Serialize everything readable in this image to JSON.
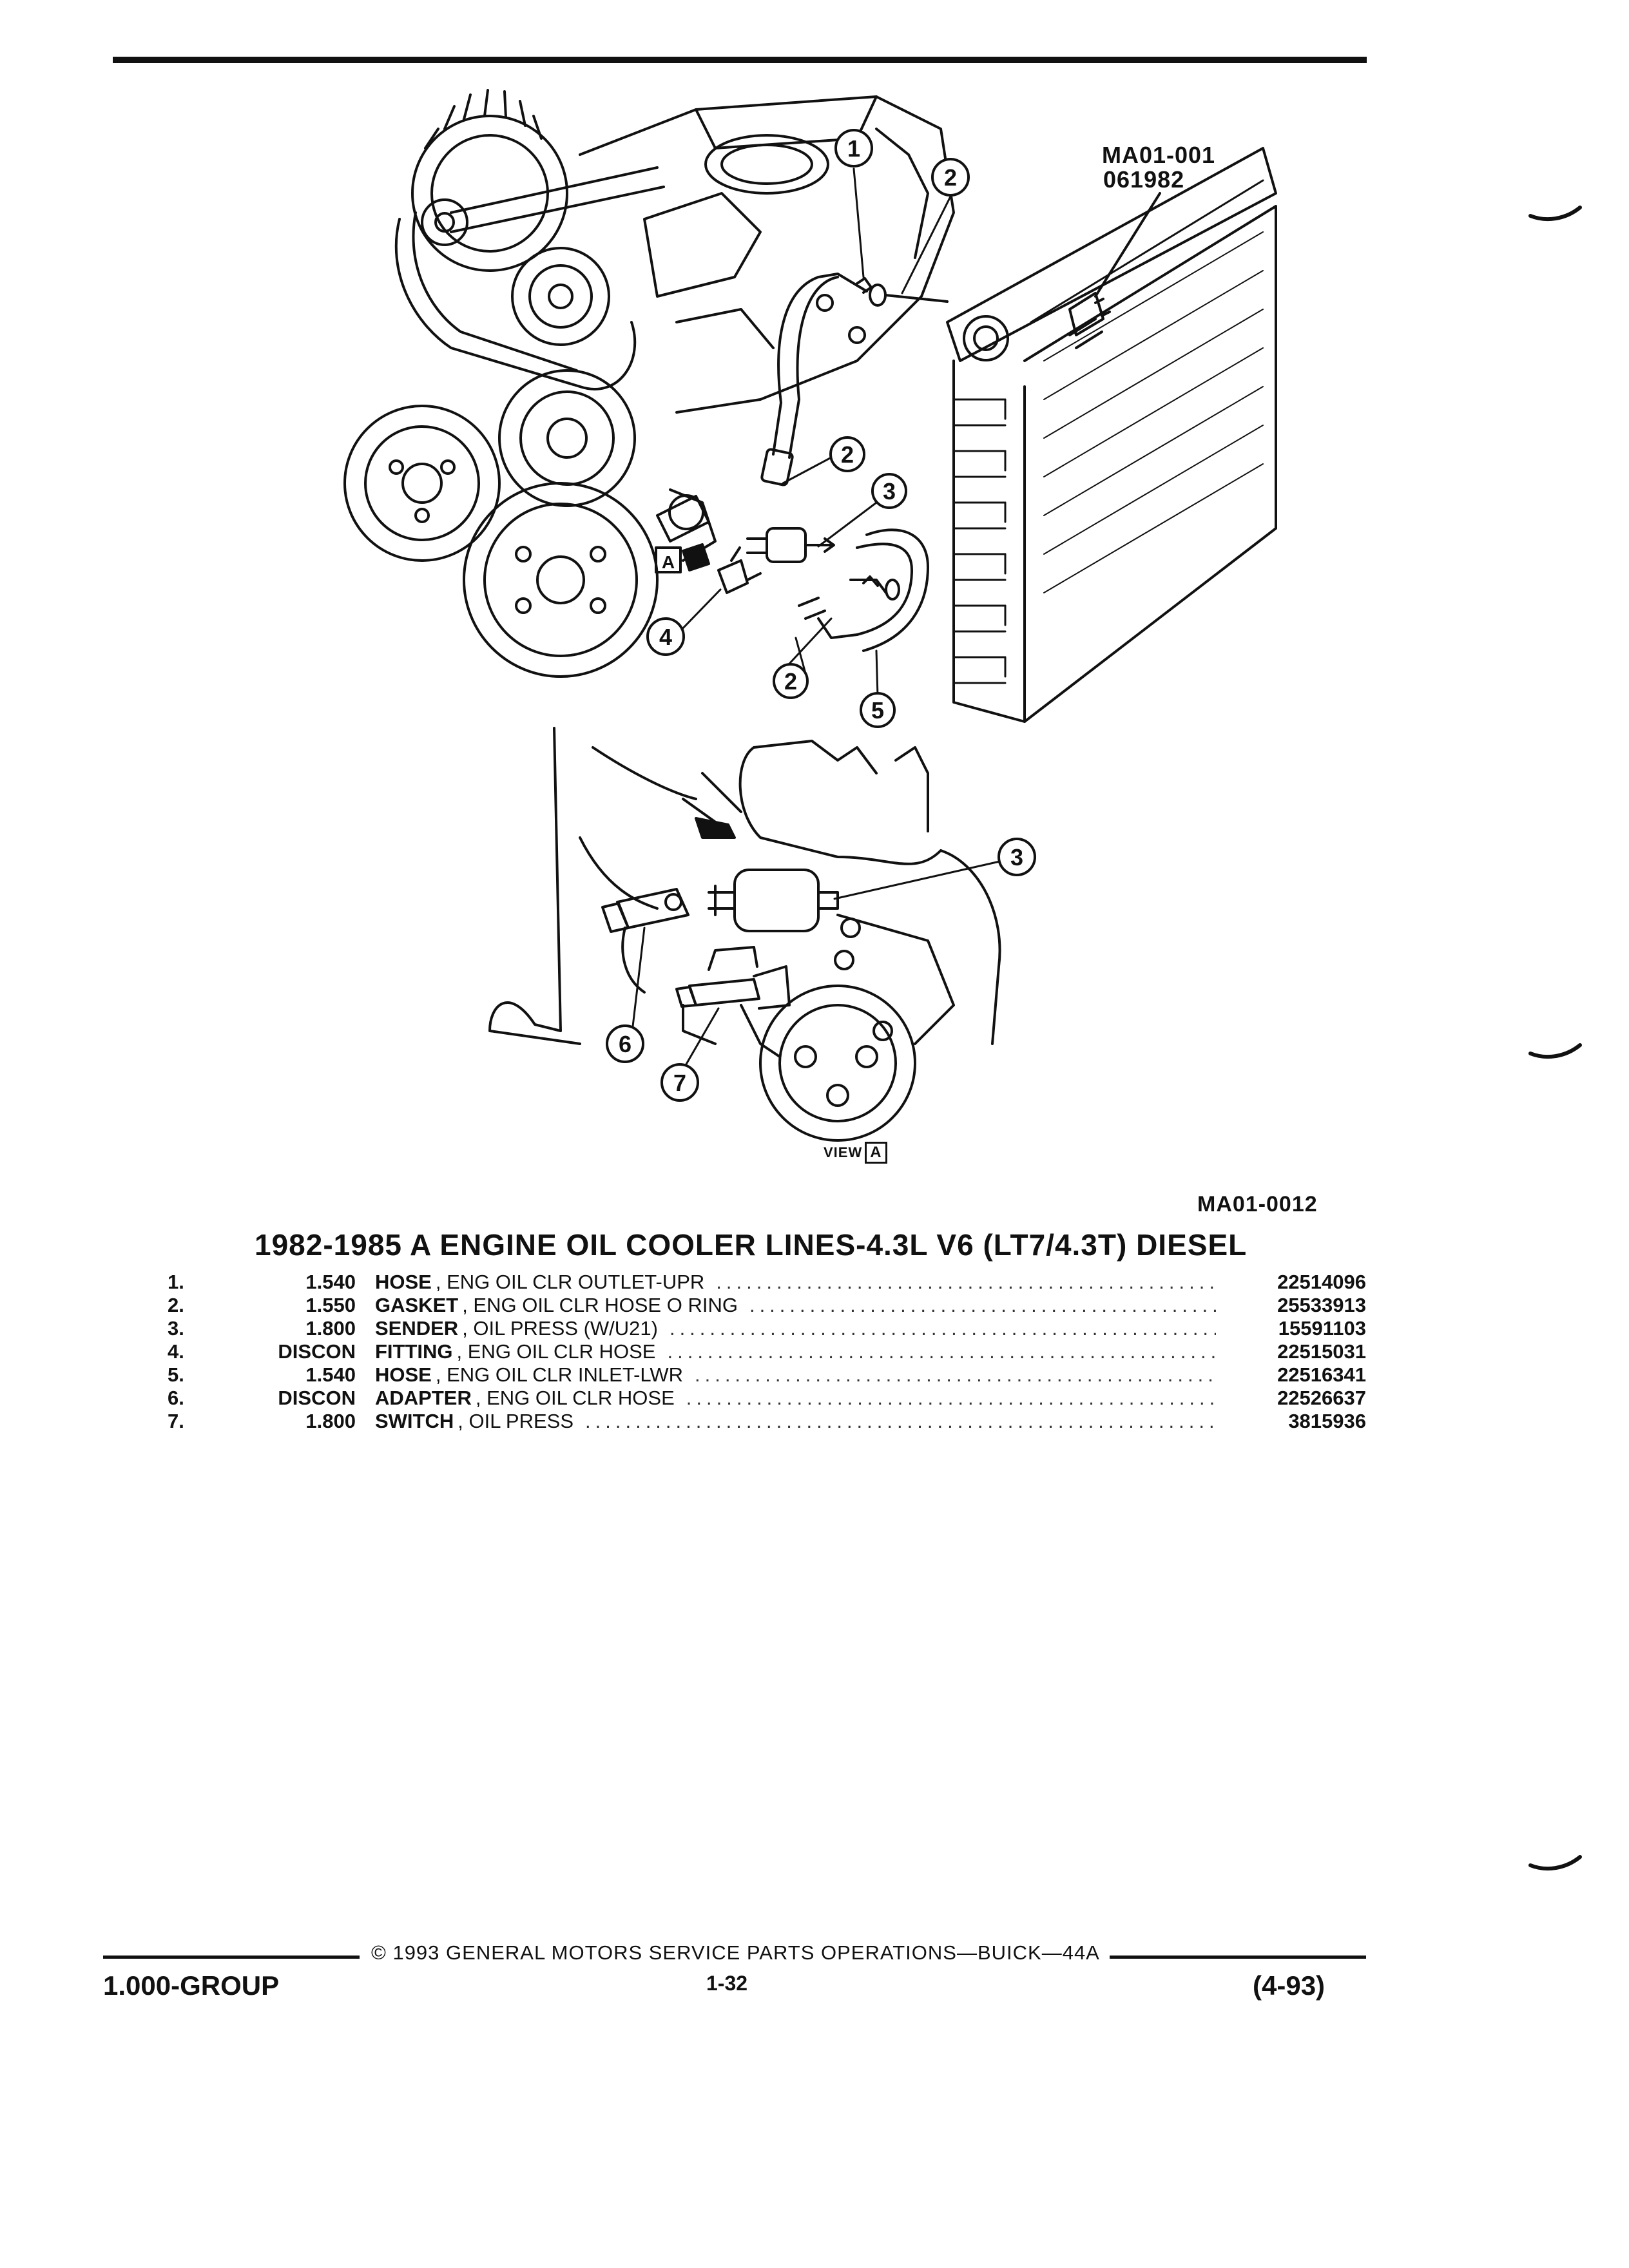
{
  "figure": {
    "ref_code": "MA01-001",
    "ref_date": "061982",
    "view_word": "VIEW",
    "view_letter": "A",
    "view_marker": "A",
    "figure_code": "MA01-0012",
    "callouts_upper": [
      "1",
      "2",
      "2",
      "3",
      "2",
      "5",
      "4"
    ],
    "callouts_lower": [
      "3",
      "6",
      "7"
    ]
  },
  "title": "1982-1985 A ENGINE OIL COOLER LINES-4.3L V6 (LT7/4.3T) DIESEL",
  "parts": [
    {
      "index": "1.",
      "qty": "1.540",
      "name": "HOSE",
      "desc": ", ENG OIL CLR OUTLET-UPR",
      "part_number": "22514096"
    },
    {
      "index": "2.",
      "qty": "1.550",
      "name": "GASKET",
      "desc": ", ENG OIL CLR HOSE O RING",
      "part_number": "25533913"
    },
    {
      "index": "3.",
      "qty": "1.800",
      "name": "SENDER",
      "desc": ", OIL PRESS (W/U21)",
      "part_number": "15591103"
    },
    {
      "index": "4.",
      "qty": "DISCON",
      "name": "FITTING",
      "desc": ", ENG OIL CLR HOSE",
      "part_number": "22515031"
    },
    {
      "index": "5.",
      "qty": "1.540",
      "name": "HOSE",
      "desc": ", ENG OIL CLR INLET-LWR",
      "part_number": "22516341"
    },
    {
      "index": "6.",
      "qty": "DISCON",
      "name": "ADAPTER",
      "desc": ", ENG OIL CLR HOSE",
      "part_number": "22526637"
    },
    {
      "index": "7.",
      "qty": "1.800",
      "name": "SWITCH",
      "desc": ", OIL PRESS",
      "part_number": "3815936"
    }
  ],
  "footer": {
    "copyright": "© 1993 GENERAL MOTORS SERVICE PARTS OPERATIONS—BUICK—44A",
    "group": "1.000-GROUP",
    "page": "1-32",
    "date": "(4-93)"
  }
}
